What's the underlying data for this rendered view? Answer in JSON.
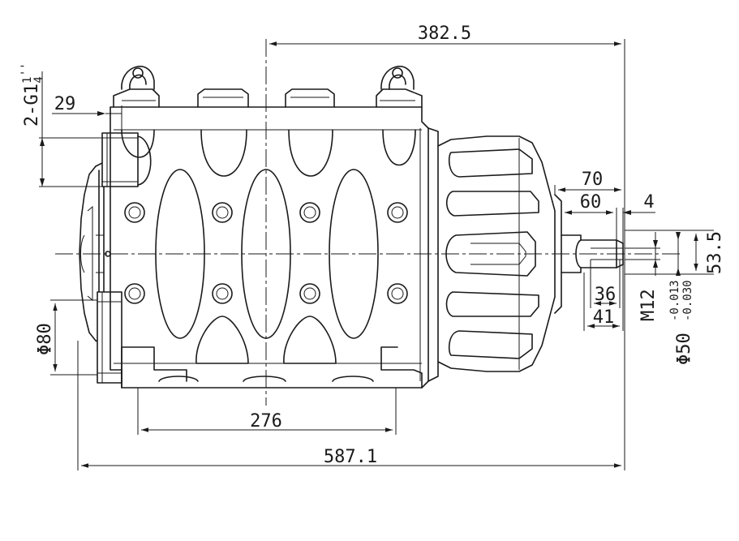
{
  "dimensions": {
    "overall_length": "382.5",
    "total_length": "587.1",
    "mount_spacing": "276",
    "port_spec": "2-G1",
    "port_frac_num": "1",
    "port_frac_den": "4",
    "port_inch_mark": "''",
    "port_offset": "29",
    "flange_dia": "Φ80",
    "shaft_len_70": "70",
    "shaft_len_60": "60",
    "shaft_step_4": "4",
    "shaft_height": "53.5",
    "thread_depth_36": "36",
    "thread_depth_41": "41",
    "thread_size": "M12",
    "shaft_dia": "Φ50",
    "tol_upper": "-0.013",
    "tol_lower": "-0.030"
  }
}
